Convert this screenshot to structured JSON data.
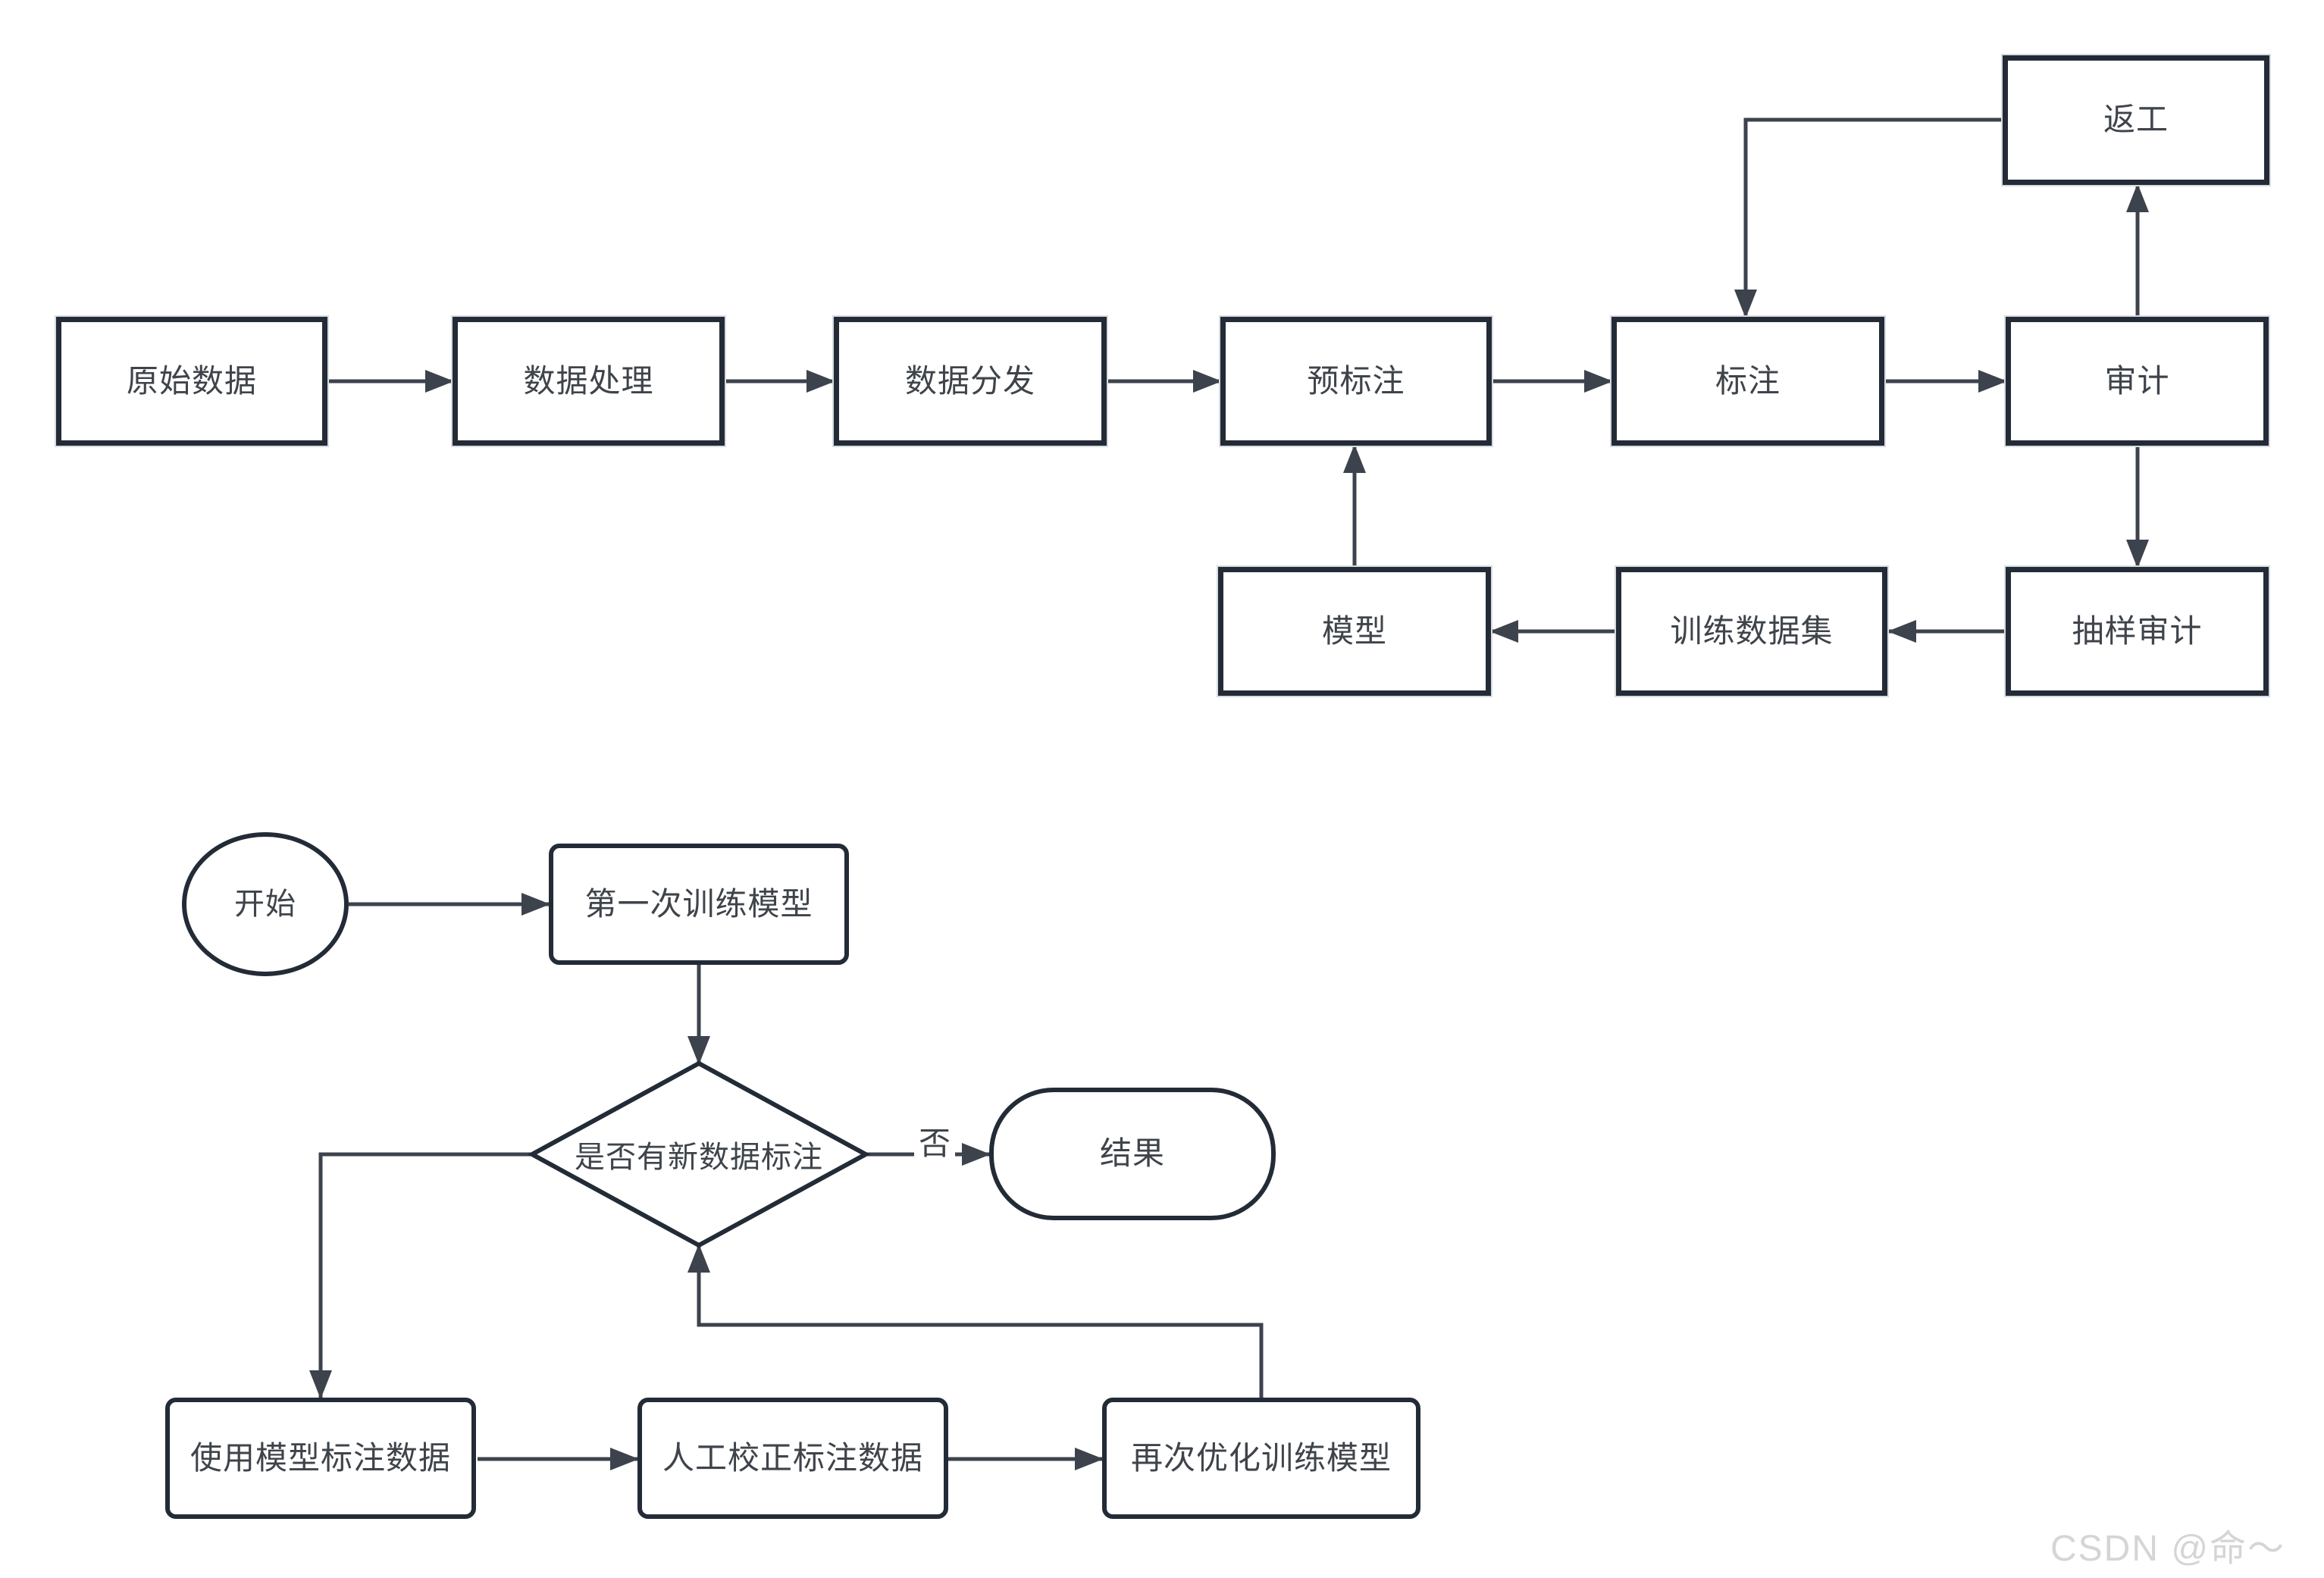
{
  "colors": {
    "border": "#232b37",
    "line": "#3c434d",
    "text": "#3f444b",
    "watermark": "#d4d5d7",
    "bg": "#ffffff"
  },
  "top_flow": {
    "nodes": {
      "raw_data": "原始数据",
      "data_processing": "数据处理",
      "data_distribution": "数据分发",
      "pre_annotation": "预标注",
      "annotation": "标注",
      "audit": "审计",
      "rework": "返工",
      "model": "模型",
      "training_dataset": "训练数据集",
      "sampling_audit": "抽样审计"
    }
  },
  "bottom_flow": {
    "nodes": {
      "start": "开始",
      "first_training": "第一次训练模型",
      "decision": "是否有新数据标注",
      "result": "结果",
      "use_model_annotate": "使用模型标注数据",
      "manual_correction": "人工校正标注数据",
      "re_optimize": "再次优化训练模型"
    },
    "edge_labels": {
      "no": "否"
    }
  },
  "watermark": {
    "text": "CSDN @命～"
  }
}
